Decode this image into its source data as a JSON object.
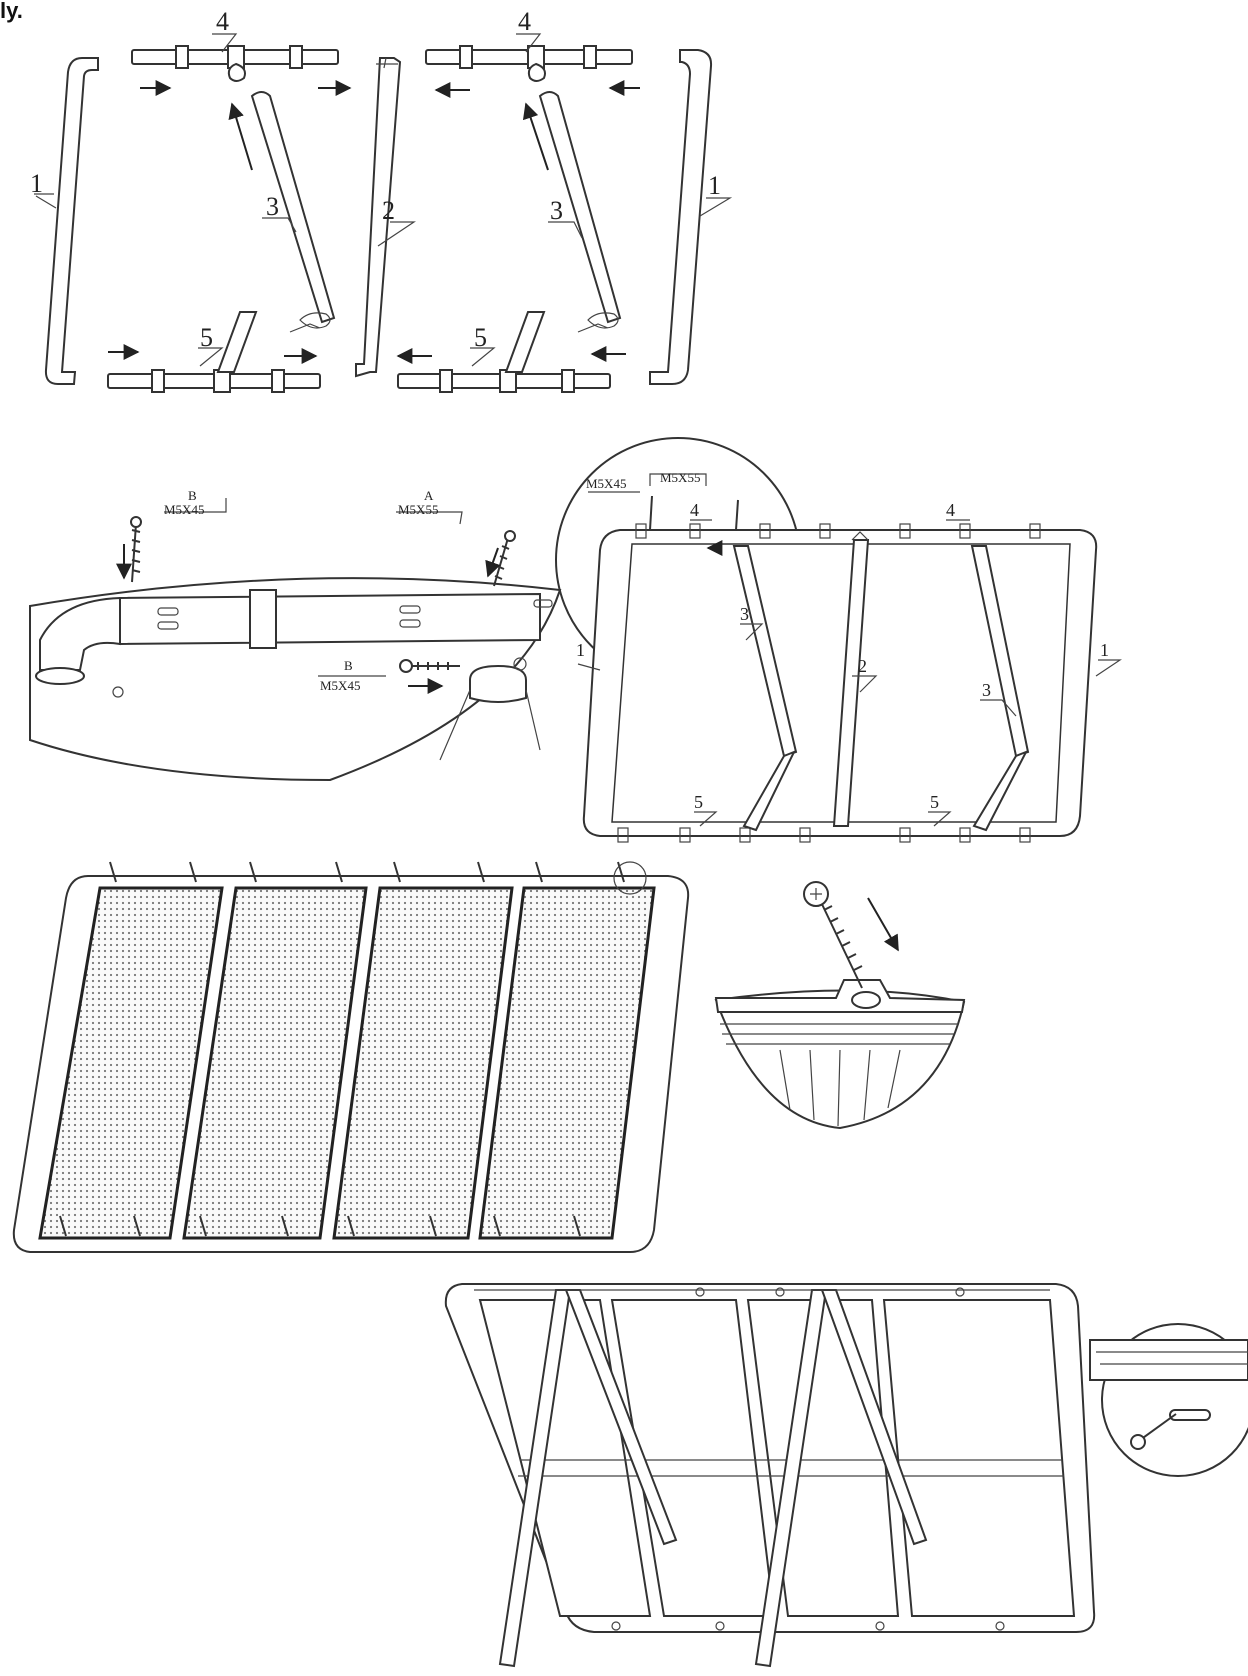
{
  "header": {
    "fragment": "ly."
  },
  "step1": {
    "labels": {
      "side_tube": "1",
      "center_tube": "2",
      "brace": "3",
      "top_tube": "4",
      "bottom_tube": "5"
    }
  },
  "detail": {
    "screw_b_top": "B",
    "screw_b_top_size": "M5X45",
    "screw_a": "A",
    "screw_a_size": "M5X55",
    "screw_b_bottom": "B",
    "screw_b_bottom_size": "M5X45"
  },
  "step2": {
    "labels": {
      "side_tube": "1",
      "center_tube": "2",
      "brace": "3",
      "top_tube": "4",
      "bottom_tube": "5"
    },
    "screw_left": "M5X45",
    "screw_right": "M5X55"
  }
}
